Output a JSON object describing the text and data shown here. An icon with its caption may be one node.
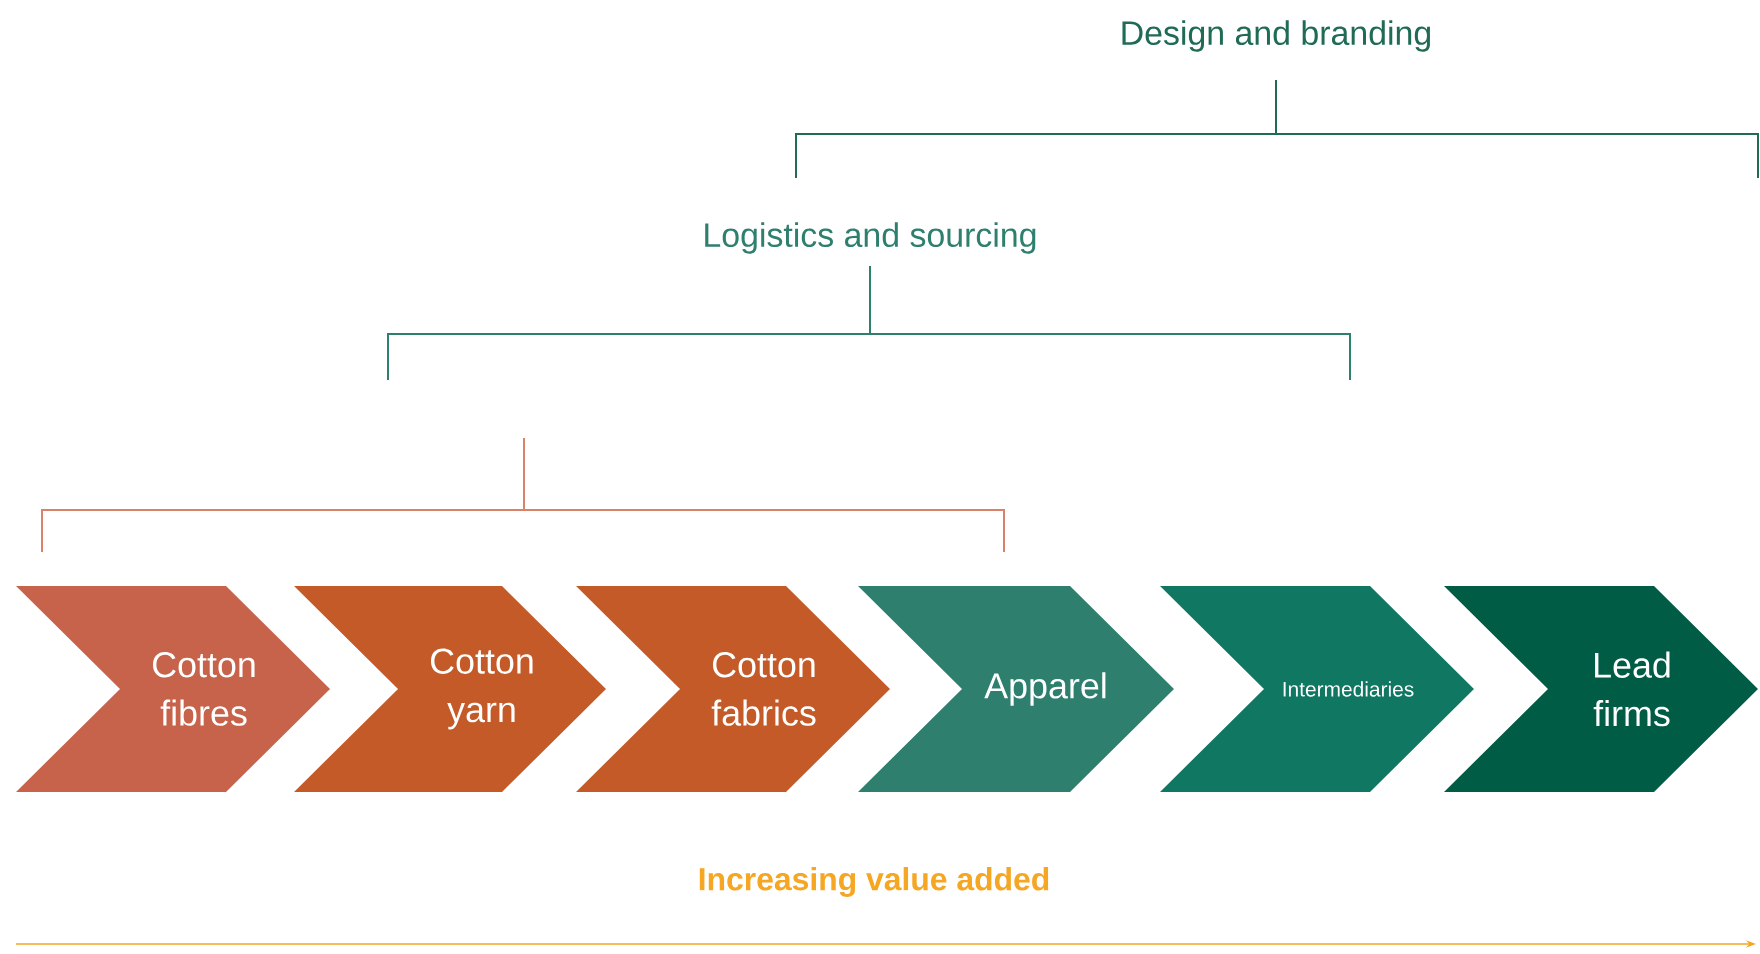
{
  "diagram": {
    "nodes": [
      {
        "text": [
          "Cotton fibres"
        ]
      },
      {
        "text": [
          "Cotton yarn"
        ]
      },
      {
        "text": [
          "Cotton fabrics"
        ]
      },
      {
        "text": [
          "Apparel"
        ]
      },
      {
        "text": [
          "Intermediaries"
        ]
      },
      {
        "text": [
          "Lead firms"
        ]
      }
    ],
    "labels": [
      "Design and branding",
      "Logistics and sourcing",
      "Increasing value added"
    ]
  }
}
